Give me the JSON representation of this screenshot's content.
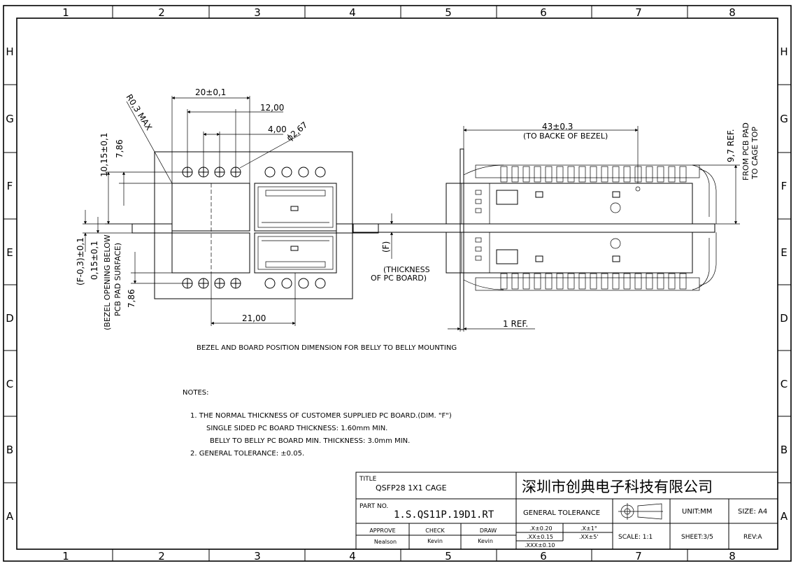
{
  "frame": {
    "columns": [
      "1",
      "2",
      "3",
      "4",
      "5",
      "6",
      "7",
      "8"
    ],
    "rows": [
      "H",
      "G",
      "F",
      "E",
      "D",
      "C",
      "B",
      "A"
    ]
  },
  "left_view": {
    "dim_width": "20±0,1",
    "dim_12": "12,00",
    "dim_4": "4,00",
    "dim_dia": "ϕ2,67",
    "dim_radius": "R0,3 MAX",
    "dim_10": "10,15±0,1",
    "dim_786_top": "7,86",
    "dim_786_bot": "7,86",
    "dim_f": "(F-0,3)±0,1",
    "dim_015": "0,15±0,1",
    "bezel_note_1": "(BEZEL OPENING BELOW",
    "bezel_note_2": "PCB PAD SURFACE)",
    "dim_21": "21,00"
  },
  "right_view": {
    "dim_43": "43±0.3",
    "dim_43_note": "(TO BACKE   OF BEZEL)",
    "dim_97": "9,7 REF.",
    "pad_note_1": "FROM PCB PAD",
    "pad_note_2": "TO CAGE TOP",
    "dim_f": "(F)",
    "thickness_1": "(THICKNESS",
    "thickness_2": "OF PC BOARD)",
    "ref_1": "1 REF."
  },
  "caption": "BEZEL AND BOARD POSITION DIMENSION FOR BELLY TO BELLY MOUNTING",
  "notes": {
    "heading": "NOTES:",
    "line1": "1. THE NORMAL THICKNESS OF CUSTOMER SUPPLIED PC BOARD.(DIM. \"F\")",
    "line2": "SINGLE SIDED PC BOARD THICKNESS: 1.60mm MIN.",
    "line3": "BELLY TO BELLY PC BOARD MIN. THICKNESS:  3.0mm MIN.",
    "line4": "2. GENERAL TOLERANCE: ±0.05."
  },
  "title_block": {
    "title_label": "TITLE",
    "title": "QSFP28 1X1 CAGE",
    "company": "深圳市创典电子科技有限公司",
    "part_label": "PART NO.",
    "part_no": "1.S.QS11P.19D1.RT",
    "gen_tol": "GENERAL TOLERANCE",
    "unit": "UNIT:MM",
    "size": "SIZE: A4",
    "approve_label": "APPROVE",
    "check_label": "CHECK",
    "draw_label": "DRAW",
    "approve": "Nealson",
    "check": "Kevin",
    "draw": "Kevin",
    "tol_x": ".X±0.20",
    "tol_xx": ".XX±0.15",
    "tol_xxx": ".XXX±0.10",
    "tol_ang1": ".X±1°",
    "tol_ang2": ".XX±5'",
    "scale": "SCALE:  1:1",
    "sheet": "SHEET:3/5",
    "rev": "REV:A"
  }
}
